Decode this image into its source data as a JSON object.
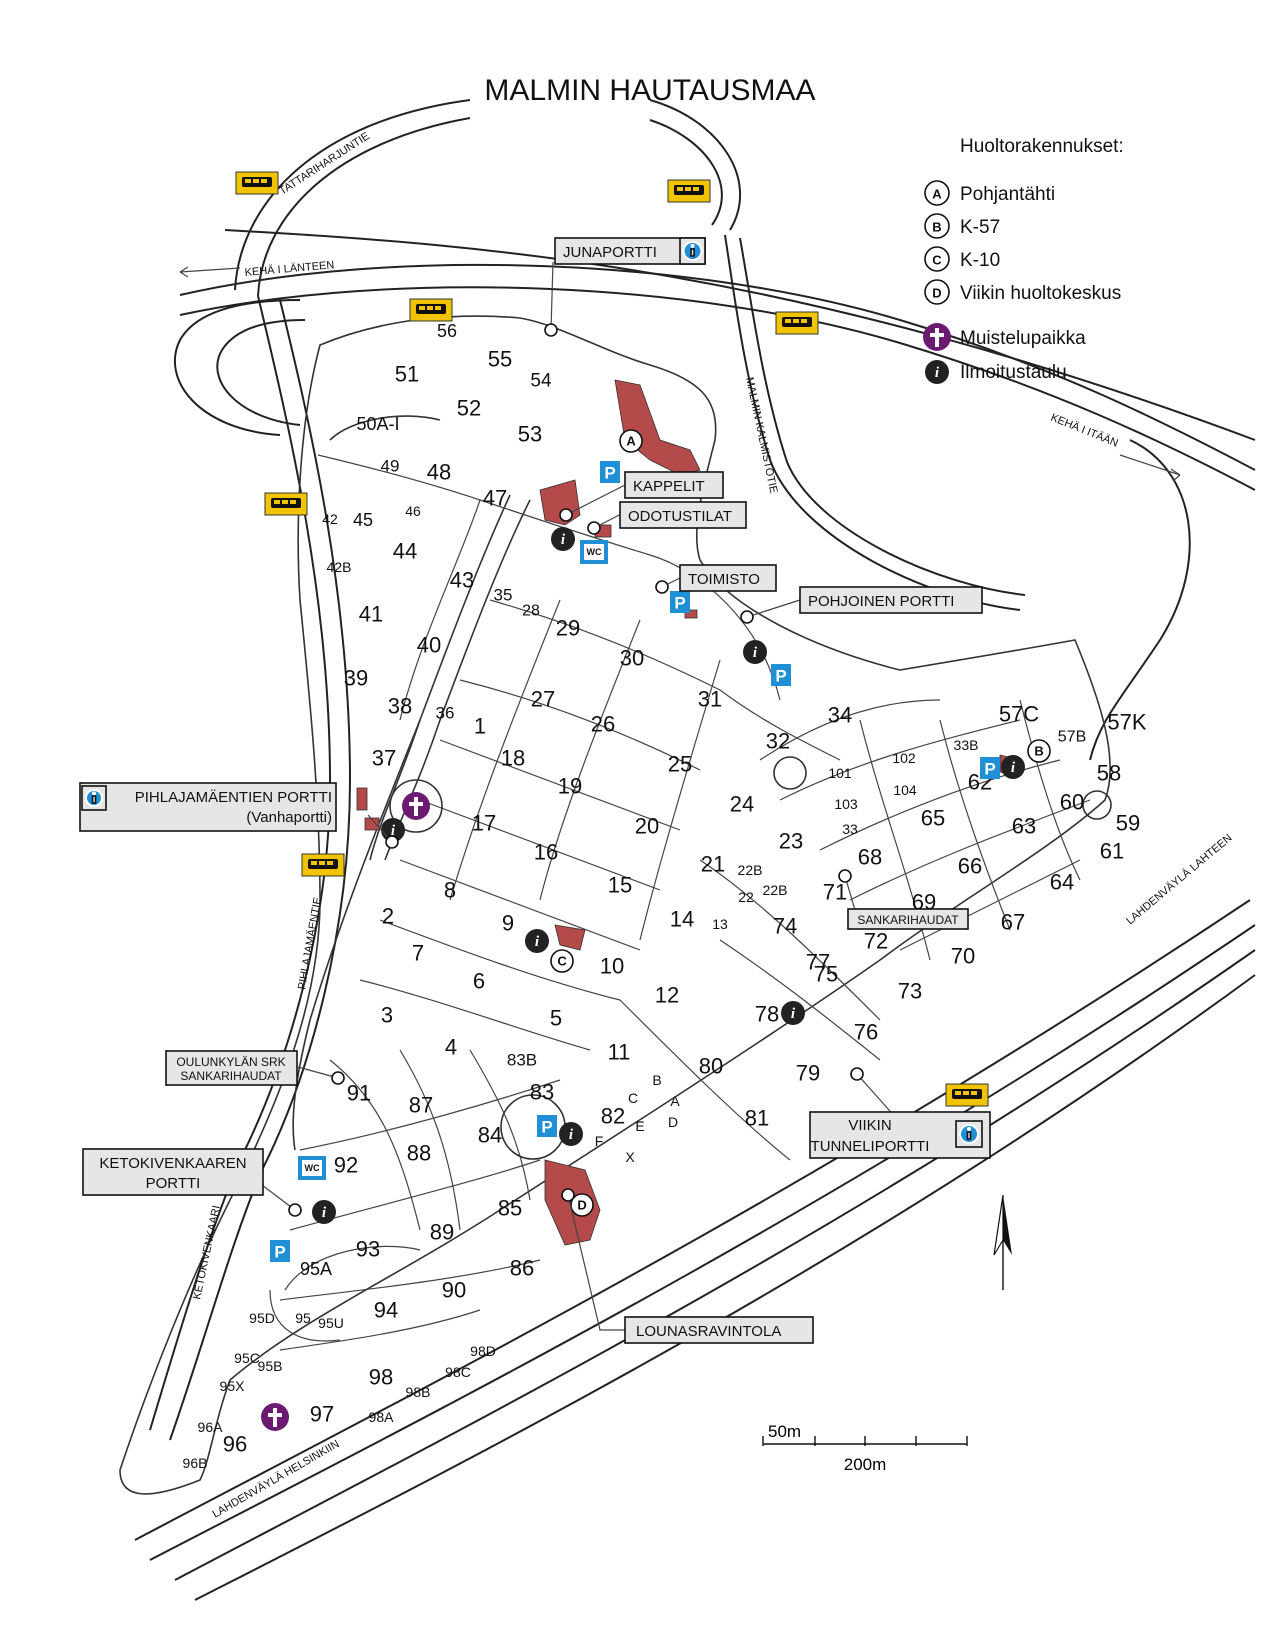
{
  "title": "MALMIN HAUTAUSMAA",
  "legend": {
    "heading": "Huoltorakennukset:",
    "items": [
      {
        "symbol": "A",
        "label": "Pohjantähti"
      },
      {
        "symbol": "B",
        "label": "K-57"
      },
      {
        "symbol": "C",
        "label": "K-10"
      },
      {
        "symbol": "D",
        "label": "Viikin huoltokeskus"
      },
      {
        "symbol": "cross-icon",
        "label": "Muistelupaikka"
      },
      {
        "symbol": "info-icon",
        "label": "Ilmoitustaulu"
      }
    ]
  },
  "callouts": {
    "junaportti": "JUNAPORTTI",
    "kappelit": "KAPPELIT",
    "odotustilat": "ODOTUSTILAT",
    "toimisto": "TOIMISTO",
    "pohjoinen": "POHJOINEN PORTTI",
    "pihlajamaentien_1": "PIHLAJAMÄENTIEN PORTTI",
    "pihlajamaentien_2": "(Vanhaportti)",
    "oulunkyla_1": "OULUNKYLÄN SRK",
    "oulunkyla_2": "SANKARIHAUDAT",
    "sankarihaudat": "SANKARIHAUDAT",
    "viikin_1": "VIIKIN",
    "viikin_2": "TUNNELIPORTTI",
    "ketokivenkaaren_1": "KETOKIVENKAAREN",
    "ketokivenkaaren_2": "PORTTI",
    "lounasravintola": "LOUNASRAVINTOLA"
  },
  "roads": {
    "tattariharjuntie": "TATTARIHARJUNTIE",
    "keha_lanteen": "KEHÄ I LÄNTEEN",
    "keha_itaan": "KEHÄ I ITÄÄN",
    "malmin_kalmistotie": "MALMIN KALMISTOTIE",
    "pihlajamaentie": "PIHLAJAMÄENTIE",
    "ketokivenkaari": "KETOKIVENKAARI",
    "lahdenvayla_lahteen": "LAHDENVÄYLÄ LAHTEEN",
    "lahdenvayla_helsinkiin": "LAHDENVÄYLÄ HELSINKIIN"
  },
  "symbols": {
    "parking": "P",
    "wc": "WC",
    "building_letters": [
      "A",
      "B",
      "C",
      "D"
    ]
  },
  "scale": {
    "small": "50m",
    "large": "200m"
  },
  "colors": {
    "bus": "#f2c300",
    "parking": "#1f8fd6",
    "cross": "#6b1a72",
    "info": "#222222",
    "building": "#b54a4a",
    "callout": "#e6e6e6"
  },
  "sections": [
    {
      "label": "56"
    },
    {
      "label": "55"
    },
    {
      "label": "54"
    },
    {
      "label": "51"
    },
    {
      "label": "52"
    },
    {
      "label": "53"
    },
    {
      "label": "50A-I"
    },
    {
      "label": "49"
    },
    {
      "label": "48"
    },
    {
      "label": "47"
    },
    {
      "label": "46"
    },
    {
      "label": "42"
    },
    {
      "label": "45"
    },
    {
      "label": "44"
    },
    {
      "label": "42B"
    },
    {
      "label": "43"
    },
    {
      "label": "35"
    },
    {
      "label": "28"
    },
    {
      "label": "29"
    },
    {
      "label": "30"
    },
    {
      "label": "41"
    },
    {
      "label": "40"
    },
    {
      "label": "39"
    },
    {
      "label": "38"
    },
    {
      "label": "36"
    },
    {
      "label": "37"
    },
    {
      "label": "1"
    },
    {
      "label": "27"
    },
    {
      "label": "26"
    },
    {
      "label": "31"
    },
    {
      "label": "18"
    },
    {
      "label": "19"
    },
    {
      "label": "25"
    },
    {
      "label": "17"
    },
    {
      "label": "20"
    },
    {
      "label": "16"
    },
    {
      "label": "24"
    },
    {
      "label": "21"
    },
    {
      "label": "22B"
    },
    {
      "label": "22"
    },
    {
      "label": "22B"
    },
    {
      "label": "15"
    },
    {
      "label": "14"
    },
    {
      "label": "13"
    },
    {
      "label": "8"
    },
    {
      "label": "9"
    },
    {
      "label": "2"
    },
    {
      "label": "7"
    },
    {
      "label": "6"
    },
    {
      "label": "10"
    },
    {
      "label": "3"
    },
    {
      "label": "4"
    },
    {
      "label": "5"
    },
    {
      "label": "12"
    },
    {
      "label": "83B"
    },
    {
      "label": "11"
    },
    {
      "label": "83"
    },
    {
      "label": "91"
    },
    {
      "label": "87"
    },
    {
      "label": "88"
    },
    {
      "label": "84"
    },
    {
      "label": "82"
    },
    {
      "label": "C"
    },
    {
      "label": "B"
    },
    {
      "label": "A"
    },
    {
      "label": "E"
    },
    {
      "label": "D"
    },
    {
      "label": "F"
    },
    {
      "label": "X"
    },
    {
      "label": "80"
    },
    {
      "label": "81"
    },
    {
      "label": "92"
    },
    {
      "label": "85"
    },
    {
      "label": "89"
    },
    {
      "label": "93"
    },
    {
      "label": "86"
    },
    {
      "label": "90"
    },
    {
      "label": "95A"
    },
    {
      "label": "94"
    },
    {
      "label": "95D"
    },
    {
      "label": "95"
    },
    {
      "label": "95U"
    },
    {
      "label": "95C"
    },
    {
      "label": "95B"
    },
    {
      "label": "95X"
    },
    {
      "label": "98D"
    },
    {
      "label": "98C"
    },
    {
      "label": "98"
    },
    {
      "label": "98B"
    },
    {
      "label": "97"
    },
    {
      "label": "98A"
    },
    {
      "label": "96A"
    },
    {
      "label": "96"
    },
    {
      "label": "96B"
    },
    {
      "label": "34"
    },
    {
      "label": "32"
    },
    {
      "label": "33B"
    },
    {
      "label": "57C"
    },
    {
      "label": "57K"
    },
    {
      "label": "57B"
    },
    {
      "label": "58"
    },
    {
      "label": "101"
    },
    {
      "label": "102"
    },
    {
      "label": "104"
    },
    {
      "label": "103"
    },
    {
      "label": "33"
    },
    {
      "label": "62"
    },
    {
      "label": "60"
    },
    {
      "label": "59"
    },
    {
      "label": "65"
    },
    {
      "label": "63"
    },
    {
      "label": "61"
    },
    {
      "label": "23"
    },
    {
      "label": "68"
    },
    {
      "label": "66"
    },
    {
      "label": "64"
    },
    {
      "label": "71"
    },
    {
      "label": "69"
    },
    {
      "label": "74"
    },
    {
      "label": "72"
    },
    {
      "label": "67"
    },
    {
      "label": "77"
    },
    {
      "label": "75"
    },
    {
      "label": "70"
    },
    {
      "label": "73"
    },
    {
      "label": "78"
    },
    {
      "label": "76"
    },
    {
      "label": "79"
    }
  ]
}
